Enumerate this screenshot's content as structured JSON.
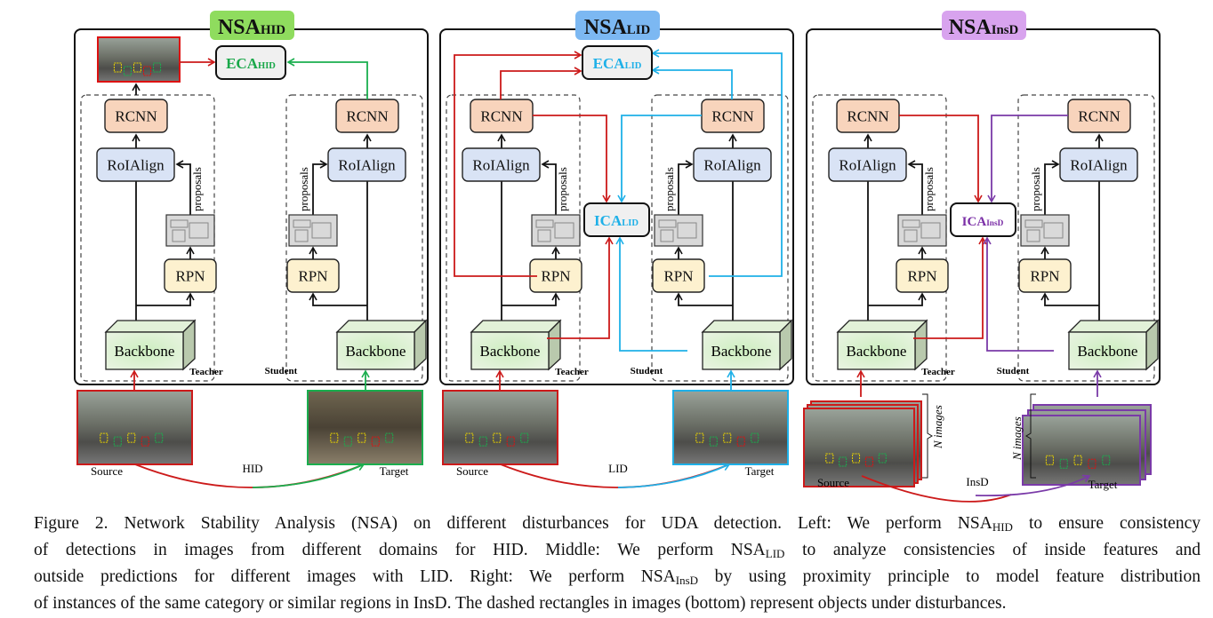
{
  "figure": {
    "panels": [
      {
        "tag_main": "NSA",
        "tag_sub": "HID",
        "tag_color": "#8fdc5e",
        "eca_main": "ECA",
        "eca_sub": "HID",
        "text_color": "#1aa84a",
        "line_color": "#1aae4e",
        "disturbance": "HID"
      },
      {
        "tag_main": "NSA",
        "tag_sub": "LID",
        "tag_color": "#7cb8f2",
        "eca_main": "ECA",
        "eca_sub": "LID",
        "ica_main": "ICA",
        "ica_sub": "LID",
        "text_color": "#1eb0e8",
        "line_color": "#1eb0e8",
        "disturbance": "LID"
      },
      {
        "tag_main": "NSA",
        "tag_sub": "InsD",
        "tag_color": "#d8a3ee",
        "ica_main": "ICA",
        "ica_sub": "InsD",
        "text_color": "#7a2ea6",
        "line_color": "#7a3aa8",
        "disturbance": "InsD",
        "n_images": "N images"
      }
    ],
    "modules": {
      "rcnn": "RCNN",
      "roialign": "RoIAlign",
      "rpn": "RPN",
      "backbone": "Backbone",
      "proposals": "proposals"
    },
    "roles": {
      "teacher": "Teacher",
      "student": "Student"
    },
    "images": {
      "source": "Source",
      "target": "Target"
    },
    "teacher_color": "#cc1a1a"
  },
  "caption": {
    "l1a": "Figure 2. Network Stability Analysis (NSA) on different disturbances for UDA detection. Left: We perform NSA",
    "l1s": "HID",
    "l1b": " to ensure consistency",
    "l2a": "of detections in images from different domains for HID. Middle: We perform NSA",
    "l2s": "LID",
    "l2b": " to analyze consistencies of inside features and",
    "l3a": "outside predictions for different images with LID. Right: We perform NSA",
    "l3s": "InsD",
    "l3b": " by using proximity principle to model feature distribution",
    "l4": "of instances of the same category or similar regions in InsD. The dashed rectangles in images (bottom) represent objects under disturbances."
  }
}
